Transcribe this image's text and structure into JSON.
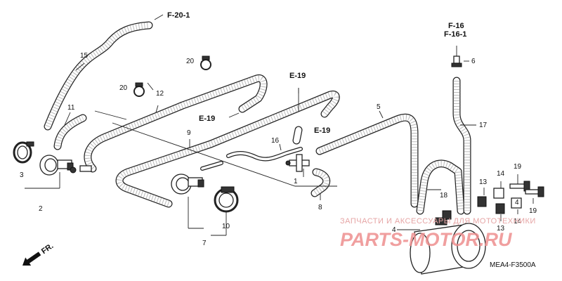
{
  "diagram": {
    "reference_labels": {
      "f20_1": "F-20-1",
      "f16": "F-16",
      "f16_1": "F-16-1",
      "e19_top": "E-19",
      "e19_left": "E-19",
      "e19_right": "E-19"
    },
    "callouts": {
      "p1": "1",
      "p2": "2",
      "p3": "3",
      "p4_a": "4",
      "p4_b": "4",
      "p5": "5",
      "p6": "6",
      "p7": "7",
      "p8": "8",
      "p9": "9",
      "p10": "10",
      "p11": "11",
      "p12": "12",
      "p13_a": "13",
      "p13_b": "13",
      "p14_a": "14",
      "p14_b": "14",
      "p15": "15",
      "p16": "16",
      "p17": "17",
      "p18": "18",
      "p19_a": "19",
      "p19_b": "19",
      "p20_a": "20",
      "p20_b": "20"
    },
    "front_arrow": "FR.",
    "diagram_code": "MEA4-F3500A"
  },
  "watermark": {
    "line1": "ЗАПЧАСТИ И АКСЕССУАРЫ ДЛЯ МОТОТЕХНИКИ",
    "logo": "PARTS-MOTOR.RU"
  },
  "colors": {
    "line": "#222222",
    "watermark": "#ee8f8f"
  }
}
